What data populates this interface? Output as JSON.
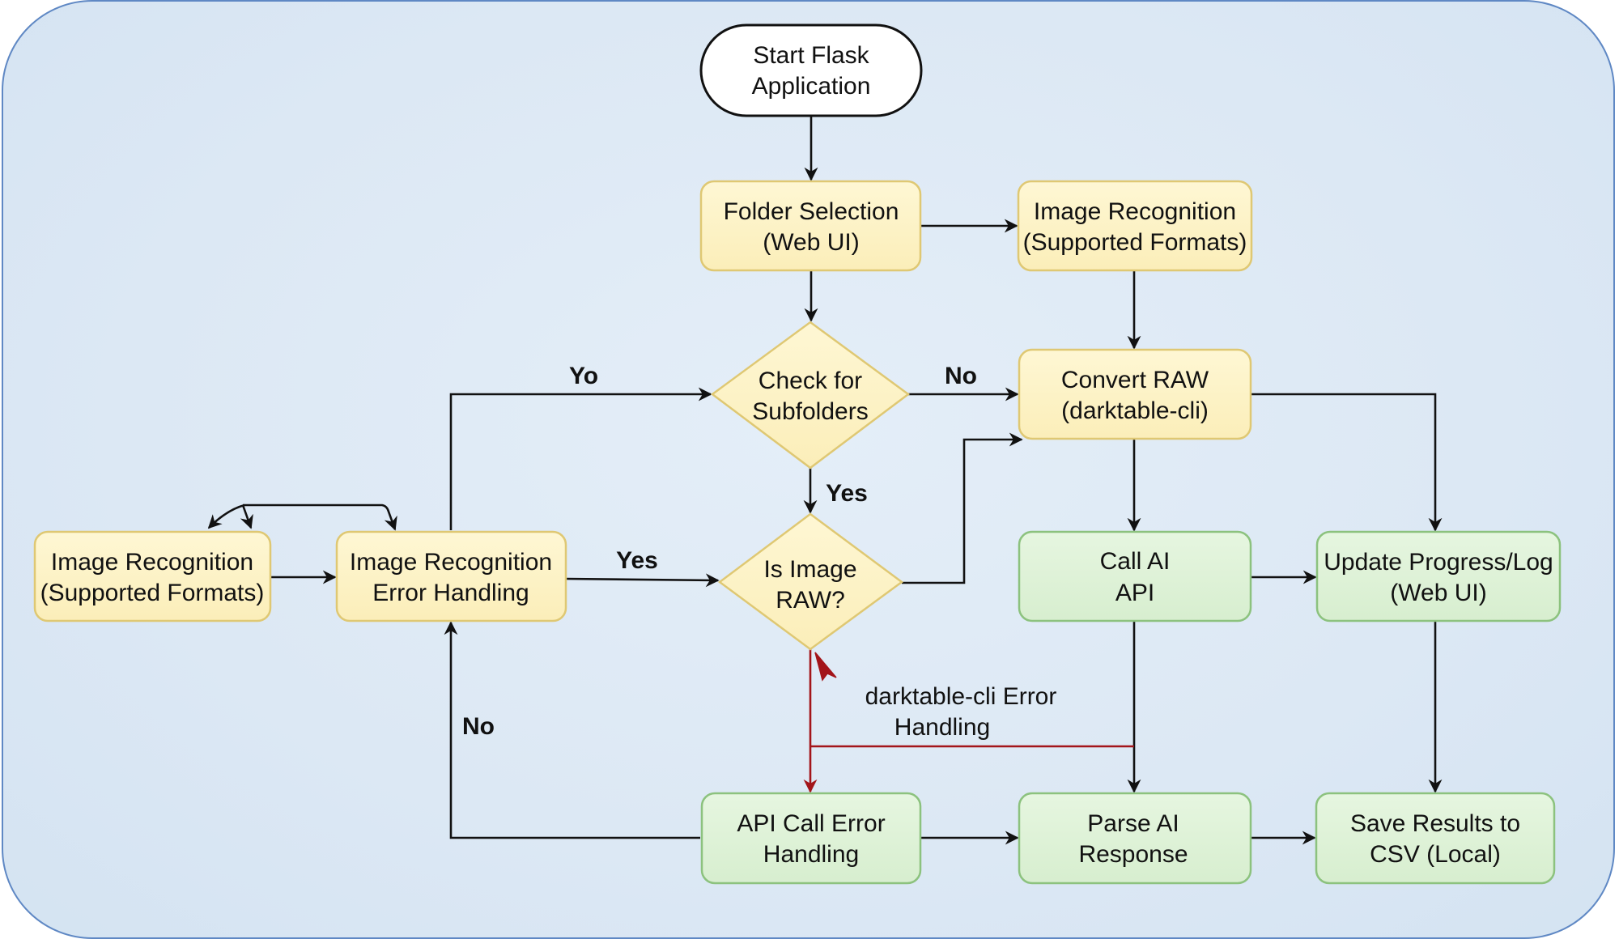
{
  "diagram": {
    "title": "Flask Image Processing Flowchart",
    "colors": {
      "background": "#dce8f4",
      "frame_border": "#5f88c4",
      "process_fill": "#fdf3c4",
      "process_border": "#dfc873",
      "ai_fill": "#dff2d8",
      "ai_border": "#8cc27e",
      "terminal_fill": "#ffffff",
      "edge": "#111111",
      "error_edge": "#a3151a"
    },
    "nodes": {
      "start": {
        "type": "terminal",
        "lines": [
          "Start Flask",
          "Application"
        ]
      },
      "folder_selection": {
        "type": "process",
        "lines": [
          "Folder Selection",
          "(Web UI)"
        ]
      },
      "image_recognition_top": {
        "type": "process",
        "lines": [
          "Image Recognition",
          "(Supported Formats)"
        ]
      },
      "check_subfolders": {
        "type": "decision",
        "lines": [
          "Check for",
          "Subfolders"
        ]
      },
      "convert_raw": {
        "type": "process",
        "lines": [
          "Convert RAW",
          "(darktable-cli)"
        ]
      },
      "image_recognition_left": {
        "type": "process",
        "lines": [
          "Image Recognition",
          "(Supported Formats)"
        ]
      },
      "image_recognition_error": {
        "type": "process",
        "lines": [
          "Image Recognition",
          "Error Handling"
        ]
      },
      "is_image_raw": {
        "type": "decision",
        "lines": [
          "Is Image",
          "RAW?"
        ]
      },
      "call_ai_api": {
        "type": "ai",
        "lines": [
          "Call AI",
          "API"
        ]
      },
      "update_progress": {
        "type": "ai",
        "lines": [
          "Update Progress/Log",
          "(Web UI)"
        ]
      },
      "api_call_error": {
        "type": "ai",
        "lines": [
          "API Call Error",
          "Handling"
        ]
      },
      "parse_ai_response": {
        "type": "ai",
        "lines": [
          "Parse AI",
          "Response"
        ]
      },
      "save_results": {
        "type": "ai",
        "lines": [
          "Save Results to",
          "CSV (Local)"
        ]
      }
    },
    "edge_labels": {
      "yo": "Yo",
      "no_top": "No",
      "yes_down": "Yes",
      "yes_left": "Yes",
      "no_left": "No"
    },
    "note": {
      "lines": [
        "darktable-cli Error",
        "Handling"
      ]
    },
    "edges": [
      {
        "from": "start",
        "to": "folder_selection"
      },
      {
        "from": "folder_selection",
        "to": "image_recognition_top"
      },
      {
        "from": "folder_selection",
        "to": "check_subfolders"
      },
      {
        "from": "image_recognition_top",
        "to": "convert_raw"
      },
      {
        "from": "check_subfolders",
        "to": "convert_raw",
        "label": "No"
      },
      {
        "from": "image_recognition_error",
        "to": "check_subfolders",
        "label": "Yo"
      },
      {
        "from": "check_subfolders",
        "to": "image_recognition_error"
      },
      {
        "from": "check_subfolders",
        "to": "is_image_raw",
        "label": "Yes"
      },
      {
        "from": "image_recognition_left",
        "to": "image_recognition_error"
      },
      {
        "from": "image_recognition_error",
        "to": "is_image_raw",
        "label": "Yes"
      },
      {
        "from": "is_image_raw",
        "to": "convert_raw"
      },
      {
        "from": "convert_raw",
        "to": "call_ai_api"
      },
      {
        "from": "convert_raw",
        "to": "update_progress"
      },
      {
        "from": "call_ai_api",
        "to": "update_progress"
      },
      {
        "from": "call_ai_api",
        "to": "parse_ai_response"
      },
      {
        "from": "update_progress",
        "to": "save_results"
      },
      {
        "from": "is_image_raw",
        "to": "api_call_error",
        "style": "error"
      },
      {
        "from": "call_ai_api",
        "to": "api_call_error",
        "style": "error"
      },
      {
        "from": "api_call_error",
        "to": "image_recognition_error",
        "label": "No"
      },
      {
        "from": "api_call_error",
        "to": "parse_ai_response"
      },
      {
        "from": "parse_ai_response",
        "to": "save_results"
      }
    ]
  }
}
